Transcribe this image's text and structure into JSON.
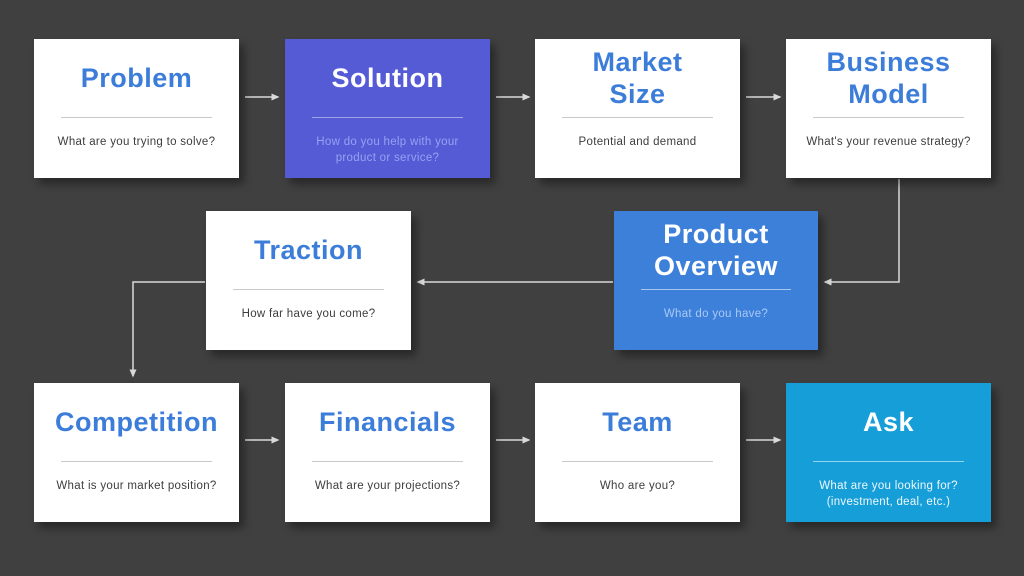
{
  "slide": {
    "background_color": "#404040",
    "arrow_color": "#d9d9d9",
    "accent_title_blue": "#3b7dd8"
  },
  "cards": [
    {
      "id": "problem",
      "title": "Problem",
      "subtitle": "What are you trying to solve?",
      "bg": "#ffffff",
      "title_color": "#3b7dd8"
    },
    {
      "id": "solution",
      "title": "Solution",
      "subtitle": "How do you help with your\nproduct or service?",
      "bg": "#555ad5",
      "title_color": "#ffffff"
    },
    {
      "id": "market-size",
      "title": "Market\nSize",
      "subtitle": "Potential and demand",
      "bg": "#ffffff",
      "title_color": "#3b7dd8"
    },
    {
      "id": "business-model",
      "title": "Business\nModel",
      "subtitle": "What's your revenue strategy?",
      "bg": "#ffffff",
      "title_color": "#3b7dd8"
    },
    {
      "id": "traction",
      "title": "Traction",
      "subtitle": "How far have you come?",
      "bg": "#ffffff",
      "title_color": "#3b7dd8"
    },
    {
      "id": "product-overview",
      "title": "Product\nOverview",
      "subtitle": "What do you have?",
      "bg": "#3d80da",
      "title_color": "#ffffff"
    },
    {
      "id": "competition",
      "title": "Competition",
      "subtitle": "What is your market position?",
      "bg": "#ffffff",
      "title_color": "#3b7dd8"
    },
    {
      "id": "financials",
      "title": "Financials",
      "subtitle": "What are your projections?",
      "bg": "#ffffff",
      "title_color": "#3b7dd8"
    },
    {
      "id": "team",
      "title": "Team",
      "subtitle": "Who are you?",
      "bg": "#ffffff",
      "title_color": "#3b7dd8"
    },
    {
      "id": "ask",
      "title": "Ask",
      "subtitle": "What are you looking for?\n(investment, deal, etc.)",
      "bg": "#169ed8",
      "title_color": "#ffffff"
    }
  ],
  "flow": [
    "Problem → Solution",
    "Solution → Market Size",
    "Market Size → Business Model",
    "Business Model → Product Overview",
    "Product Overview → Traction",
    "Traction → Competition",
    "Competition → Financials",
    "Financials → Team",
    "Team → Ask"
  ]
}
